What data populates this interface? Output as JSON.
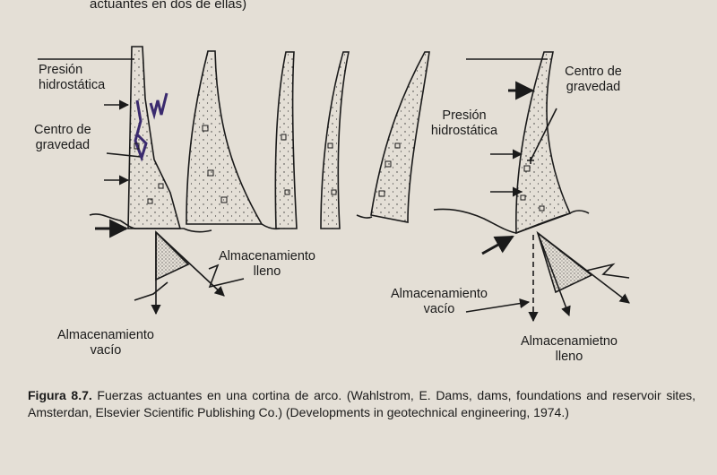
{
  "header": {
    "top_text": "actuantes en dos de ellas)"
  },
  "diagram": {
    "left": {
      "pressure_label": "Presión\nhidrostática",
      "gravity_label": "Centro de\ngravedad",
      "full_label": "Almacenamiento\nlleno",
      "empty_label": "Almacenamiento\nvacío"
    },
    "right": {
      "gravity_label": "Centro de\ngravedad",
      "pressure_label": "Presión\nhidrostática",
      "empty_label": "Almacenamiento\nvacío",
      "full_label": "Almacenamietno\nlleno"
    }
  },
  "caption": {
    "figure_label": "Figura 8.7.",
    "text": " Fuerzas actuantes en una cortina de arco. (Wahlstrom, E. Dams, dams, foundations and reservoir sites, Amsterdan, Elsevier Scientific Publishing Co.) (Developments in geotechnical engineering, 1974.)"
  },
  "colors": {
    "ink": "#1a1a1a",
    "paper": "#e4dfd6",
    "marker": "#3a2a6e"
  }
}
